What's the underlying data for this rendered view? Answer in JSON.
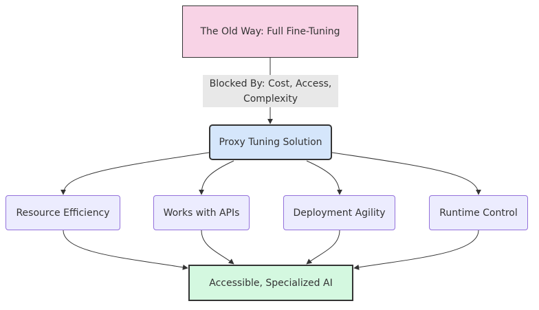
{
  "diagram": {
    "nodes": {
      "old_way": "The Old Way: Full Fine-Tuning",
      "proxy": "Proxy Tuning Solution",
      "resource": "Resource Efficiency",
      "apis": "Works with APIs",
      "deployment": "Deployment Agility",
      "runtime": "Runtime Control",
      "accessible": "Accessible, Specialized AI"
    },
    "edge_labels": {
      "blocked": "Blocked By: Cost, Access, Complexity"
    },
    "colors": {
      "old_way_fill": "#f8d3e6",
      "proxy_fill": "#d5e6fb",
      "leaf_fill": "#ececfe",
      "leaf_border": "#9370db",
      "accessible_fill": "#d4f8e0",
      "label_bg": "#e8e8e8",
      "edge": "#333333"
    }
  }
}
